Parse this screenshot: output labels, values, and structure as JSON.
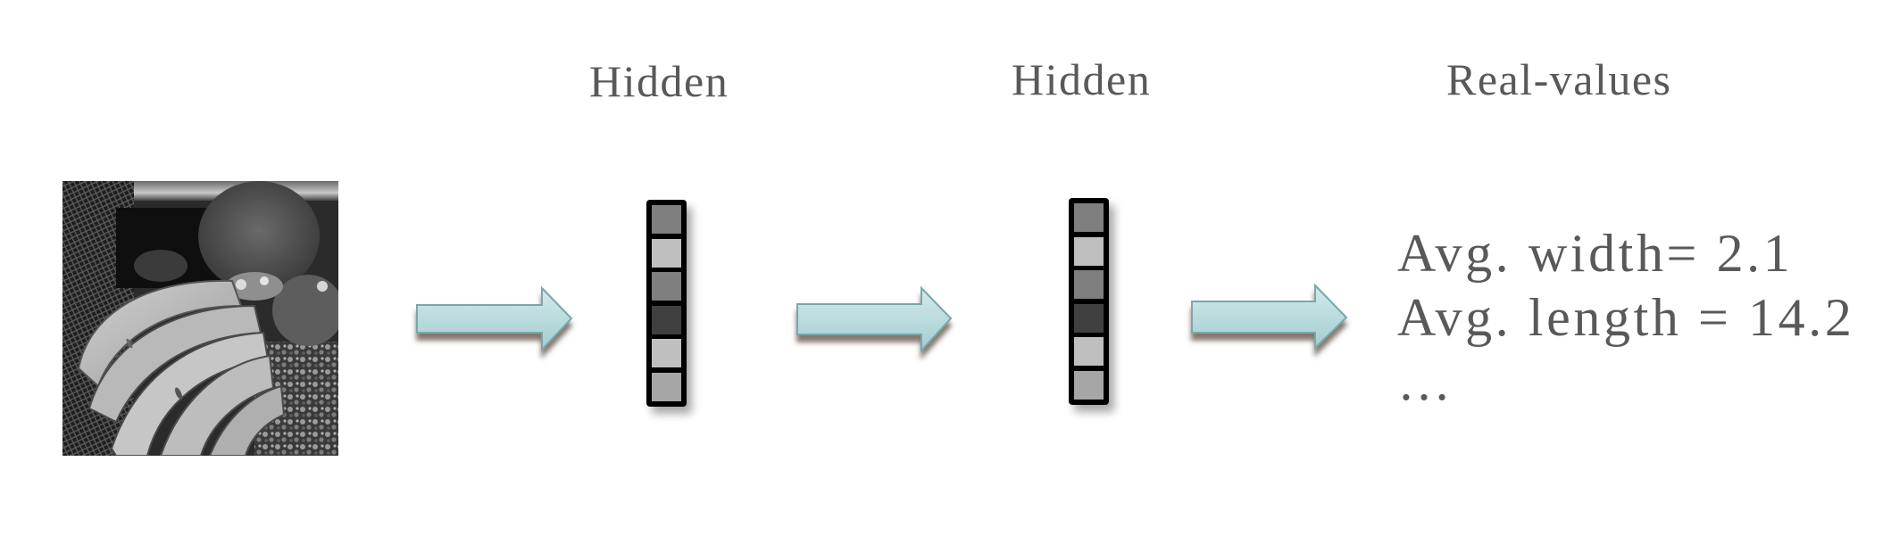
{
  "diagram": {
    "titles": {
      "hidden_1": "Hidden",
      "hidden_2": "Hidden",
      "output": "Real-values"
    },
    "input": {
      "label": "grayscale image of bananas",
      "icon": "photo-bananas"
    },
    "arrows": [
      {
        "from": "input-image",
        "to": "hidden-layer-1"
      },
      {
        "from": "hidden-layer-1",
        "to": "hidden-layer-2"
      },
      {
        "from": "hidden-layer-2",
        "to": "real-values-output"
      }
    ],
    "hidden_layers": [
      {
        "units": [
          "#7f7f7f",
          "#bfbfbf",
          "#7f7f7f",
          "#404040",
          "#bfbfbf",
          "#a6a6a6"
        ]
      },
      {
        "units": [
          "#7f7f7f",
          "#bfbfbf",
          "#7f7f7f",
          "#404040",
          "#bfbfbf",
          "#a6a6a6"
        ]
      }
    ],
    "output_lines": [
      "Avg. width= 2.1",
      "Avg. length = 14.2",
      "…"
    ]
  },
  "colors": {
    "text": "#595959",
    "arrow_fill_top": "#d3eaeb",
    "arrow_fill_bottom": "#a3cdd0",
    "arrow_stroke": "#7aa7aa",
    "vector_border": "#000000"
  }
}
